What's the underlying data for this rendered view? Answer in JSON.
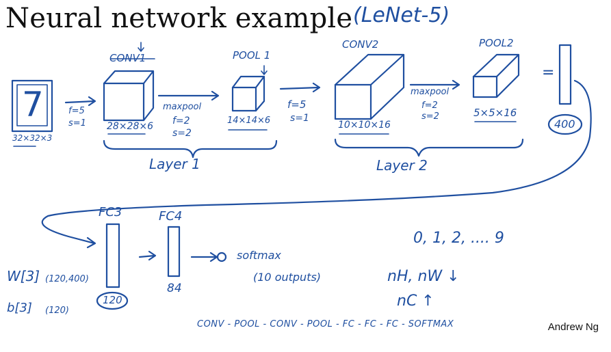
{
  "header": {
    "title": "Neural network example",
    "subtitle": "(LeNet-5)"
  },
  "input": {
    "digit": "7",
    "size": "32×32×3"
  },
  "conv1": {
    "label": "CONV1",
    "params": [
      "f=5",
      "s=1"
    ],
    "output": "28×28×6"
  },
  "pool1": {
    "label": "POOL 1",
    "type": "maxpool",
    "params": [
      "f=2",
      "s=2"
    ],
    "output": "14×14×6"
  },
  "conv2": {
    "label": "CONV2",
    "params": [
      "f=5",
      "s=1"
    ],
    "output": "10×10×16"
  },
  "pool2": {
    "label": "POOL2",
    "type": "maxpool",
    "params": [
      "f=2",
      "s=2"
    ],
    "output": "5×5×16"
  },
  "flatten": {
    "equals": "=",
    "count": "400"
  },
  "layers": {
    "layer1": "Layer 1",
    "layer2": "Layer 2"
  },
  "fc3": {
    "label": "FC3",
    "units": "120",
    "weights": "W[3]",
    "weights_shape": "(120,400)",
    "bias": "b[3]",
    "bias_shape": "(120)"
  },
  "fc4": {
    "label": "FC4",
    "units": "84"
  },
  "softmax": {
    "label": "softmax",
    "outputs": "(10 outputs)"
  },
  "notes": {
    "digits": "0, 1, 2, .... 9",
    "nh_nw": "nH, nW ↓",
    "nc": "nC ↑"
  },
  "summary": "CONV - POOL - CONV - POOL - FC - FC - FC - SOFTMAX",
  "signature": "Andrew Ng"
}
